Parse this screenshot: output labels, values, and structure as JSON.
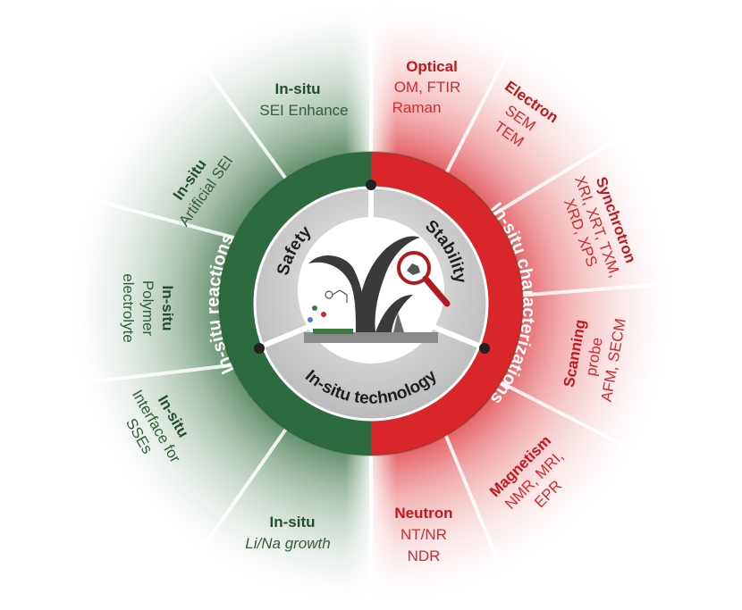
{
  "colors": {
    "green": "#2d6a3e",
    "green_dark": "#1f4f2c",
    "red": "#d8262b",
    "red_dark": "#c5161d",
    "core_grey": "#bdbdbd"
  },
  "core": {
    "safety": "Safety",
    "stability": "Stability",
    "technology": "In-situ technology"
  },
  "inner_ring": {
    "left": "In-situ reactions",
    "right": "In-situ characterizations"
  },
  "left_sectors": [
    {
      "head": "In-situ",
      "lines": [
        "SEI Enhance"
      ]
    },
    {
      "head": "In-situ",
      "lines": [
        "Artificial SEI"
      ]
    },
    {
      "head": "In-situ",
      "lines": [
        "Polymer",
        "electrolyte"
      ]
    },
    {
      "head": "In-situ",
      "lines": [
        "Interface for",
        "SSEs"
      ]
    },
    {
      "head": "In-situ",
      "lines": [
        "Li/Na growth"
      ]
    }
  ],
  "right_sectors": [
    {
      "head": "Optical",
      "lines": [
        "OM, FTIR",
        "Raman"
      ]
    },
    {
      "head": "Electron",
      "lines": [
        "SEM",
        "TEM"
      ]
    },
    {
      "head": "Synchrotron",
      "lines": [
        "XRI, XRT, TXM,",
        "XRD, XPS"
      ]
    },
    {
      "head": "Scanning",
      "lines": [
        "probe",
        "AFM, SECM"
      ]
    },
    {
      "head": "Magnetism",
      "lines": [
        "NMR, MRI,",
        "EPR"
      ]
    },
    {
      "head": "Neutron",
      "lines": [
        "NT/NR",
        "NDR"
      ]
    }
  ]
}
